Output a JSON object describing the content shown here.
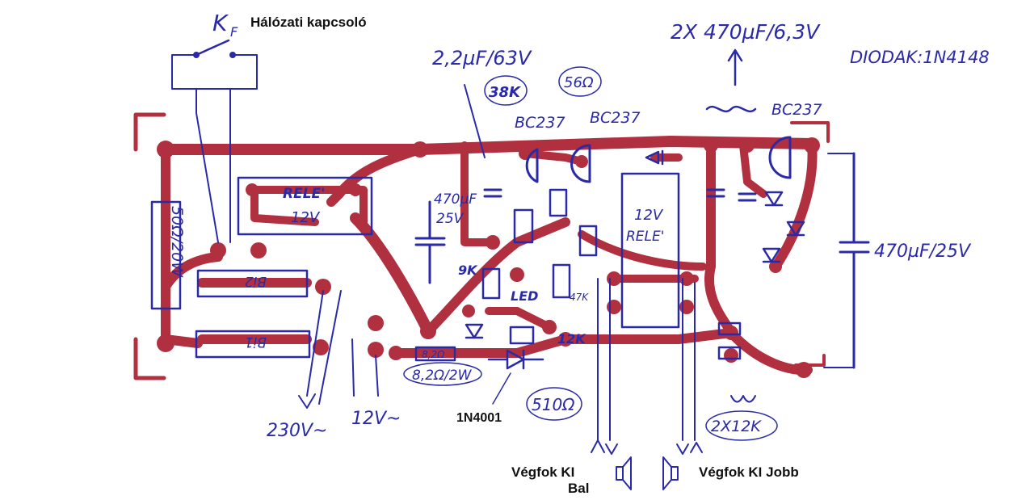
{
  "colors": {
    "trace": "#b03040",
    "ink": "#2a2aa8",
    "label": "#111111",
    "paper": "#ffffff"
  },
  "labels": {
    "switch_symbol": "K",
    "switch_sub": "F",
    "switch_name": "Hálózati kapcsoló",
    "cap_small": "2,2µF/63V",
    "cap_pair": "2X 470µF/6,3V",
    "diodes": "DIODAK:1N4148",
    "r38k": "38K",
    "r56": "56Ω",
    "t1": "BC237",
    "t2": "BC237",
    "t3": "BC237",
    "relay1": "RELE'",
    "relay1_v": "12V",
    "relay2_v": "12V",
    "relay2": "RELE'",
    "cap_470_25_a": "470µF",
    "cap_470_25_a2": "25V",
    "cap_470_25_b": "470µF/25V",
    "r50": "50Ω/20W",
    "fuse1": "Bi2",
    "fuse2": "Bi1",
    "r9k": "9K",
    "led": "LED",
    "r47k": "47K",
    "r12k": "12K",
    "r82_pcb": "8,2Ω",
    "r82": "8,2Ω/2W",
    "r510": "510Ω",
    "d4001": "1N4001",
    "r2x12k": "2X12K",
    "v230": "230V~",
    "v12": "12V~",
    "out_left": "Végfok KI",
    "out_left2": "Bal",
    "out_right": "Végfok KI Jobb"
  }
}
